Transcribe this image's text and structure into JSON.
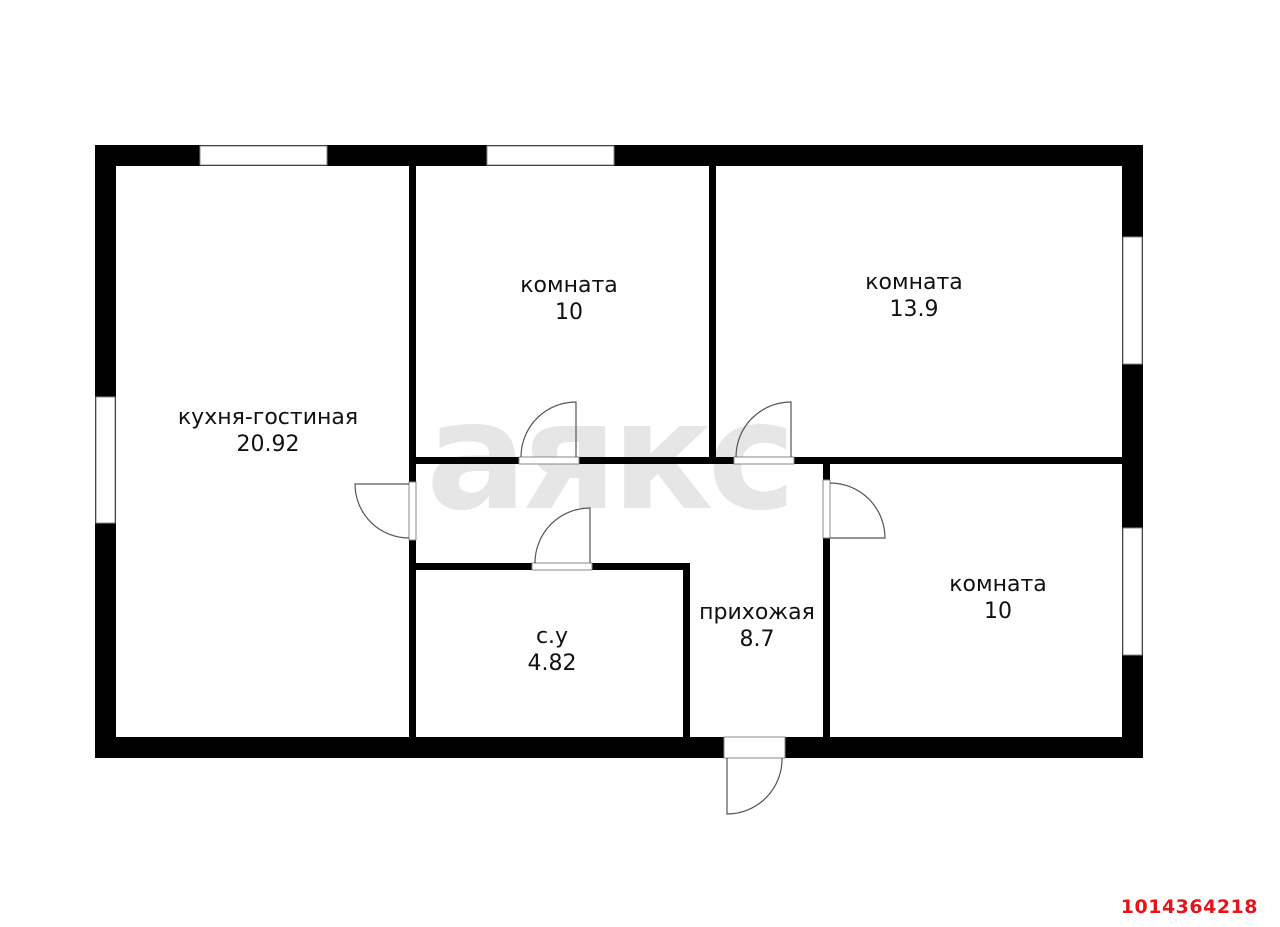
{
  "watermark": "аякс",
  "rooms": [
    {
      "id": "kitchen-living",
      "name": "кухня-гостиная",
      "area": "20.92"
    },
    {
      "id": "room-1",
      "name": "комната",
      "area": "10"
    },
    {
      "id": "room-2",
      "name": "комната",
      "area": "13.9"
    },
    {
      "id": "room-3",
      "name": "комната",
      "area": "10"
    },
    {
      "id": "bathroom",
      "name": "с.у",
      "area": "4.82"
    },
    {
      "id": "hallway",
      "name": "прихожая",
      "area": "8.7"
    }
  ],
  "listing_id": "1014364218",
  "colors": {
    "wall": "#000000",
    "watermark": "#e6e6e6",
    "listing_id": "#e3151b",
    "door_line": "#555555"
  }
}
